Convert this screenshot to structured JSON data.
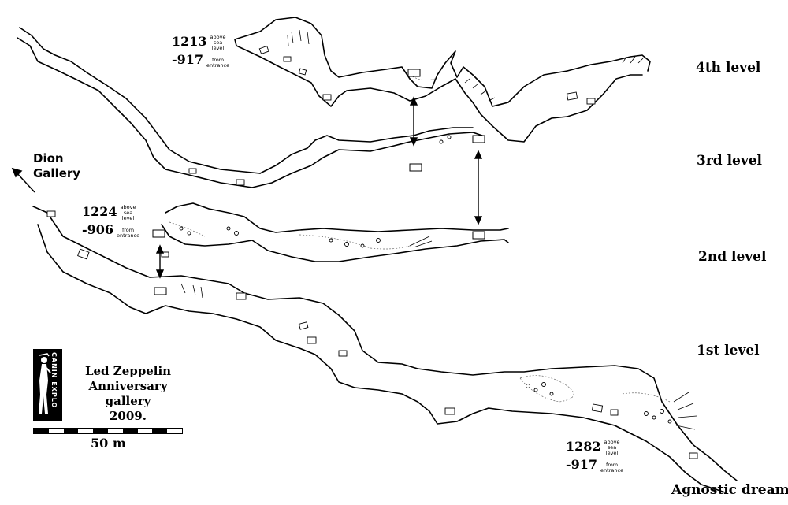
{
  "levels": [
    {
      "label": "4th level"
    },
    {
      "label": "3rd level"
    },
    {
      "label": "2nd level"
    },
    {
      "label": "1st level"
    }
  ],
  "elevations": [
    {
      "alt": "1213",
      "alt_note": [
        "above",
        "sea",
        "level"
      ],
      "depth": "-917",
      "depth_note": [
        "from",
        "entrance"
      ]
    },
    {
      "alt": "1224",
      "alt_note": [
        "above",
        "sea",
        "level"
      ],
      "depth": "-906",
      "depth_note": [
        "from",
        "entrance"
      ]
    },
    {
      "alt": "1282",
      "alt_note": [
        "above",
        "sea",
        "level"
      ],
      "depth": "-917",
      "depth_note": [
        "from",
        "entrance"
      ]
    }
  ],
  "dion": {
    "line1": "Dion",
    "line2": "Gallery"
  },
  "title": {
    "line1": "Led Zeppelin",
    "line2": "Anniversary gallery",
    "line3": "2009."
  },
  "logo": {
    "text": "CANIN EXPLO",
    "icon": "caver-silhouette-icon"
  },
  "scale": {
    "label": "50 m",
    "segments": 10
  },
  "agnostic": "Agnostic dream"
}
